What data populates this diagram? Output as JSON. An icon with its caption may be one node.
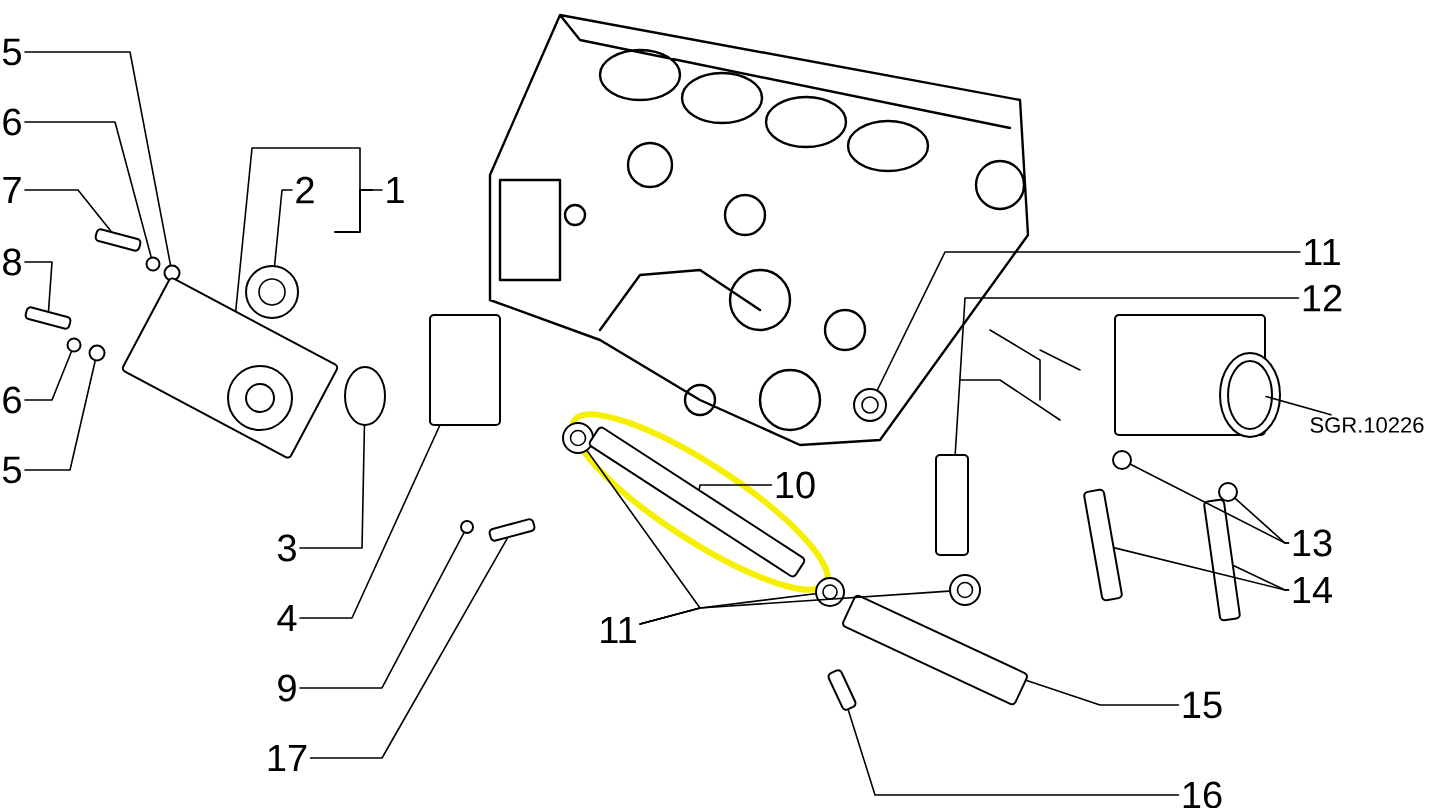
{
  "diagram": {
    "nodes": [
      {
        "text": [
          "5"
        ]
      },
      {
        "text": [
          "6"
        ]
      },
      {
        "text": [
          "7"
        ]
      },
      {
        "text": [
          "8"
        ]
      },
      {
        "text": [
          "2"
        ]
      },
      {
        "text": [
          "1"
        ]
      },
      {
        "text": [
          "6"
        ]
      },
      {
        "text": [
          "5"
        ]
      },
      {
        "text": [
          "11"
        ]
      },
      {
        "text": [
          "12"
        ]
      },
      {
        "text": [
          "SGR.10226"
        ]
      },
      {
        "text": [
          "10"
        ]
      },
      {
        "text": [
          "3"
        ]
      },
      {
        "text": [
          "13"
        ]
      },
      {
        "text": [
          "11"
        ]
      },
      {
        "text": [
          "14"
        ]
      },
      {
        "text": [
          "4"
        ]
      },
      {
        "text": [
          "9"
        ]
      },
      {
        "text": [
          "15"
        ]
      },
      {
        "text": [
          "17"
        ]
      },
      {
        "text": [
          "16"
        ]
      },
      {
        "text": [],
        "shape": "circle"
      },
      {
        "text": [],
        "shape": "circle"
      },
      {
        "text": [],
        "shape": "box"
      },
      {
        "text": [],
        "shape": "box"
      },
      {
        "text": [],
        "shape": "circle"
      },
      {
        "text": [],
        "shape": "circle"
      },
      {
        "text": [],
        "shape": "circle"
      },
      {
        "text": [],
        "shape": "box"
      },
      {
        "text": [],
        "shape": "ellipse"
      },
      {
        "text": [],
        "shape": "box"
      },
      {
        "text": [],
        "shape": "circle"
      },
      {
        "text": [],
        "shape": "box"
      },
      {
        "text": [],
        "shape": "circle"
      },
      {
        "text": [],
        "shape": "box"
      },
      {
        "text": [],
        "shape": "circle"
      },
      {
        "text": [],
        "shape": "box"
      },
      {
        "text": [],
        "shape": "circle"
      },
      {
        "text": [],
        "shape": "circle"
      },
      {
        "text": [],
        "shape": "box"
      },
      {
        "text": [],
        "shape": "circle"
      },
      {
        "text": [],
        "shape": "circle"
      },
      {
        "text": [],
        "shape": "box"
      },
      {
        "text": [],
        "shape": "box"
      },
      {
        "text": [],
        "shape": "box"
      },
      {
        "text": [],
        "shape": "box"
      }
    ],
    "edges": [
      {
        "from": 0,
        "to": 21,
        "arrow": "none"
      },
      {
        "from": 1,
        "to": 22,
        "arrow": "none"
      },
      {
        "from": 2,
        "to": 23,
        "arrow": "none"
      },
      {
        "from": 3,
        "to": 24,
        "arrow": "none"
      },
      {
        "from": 4,
        "to": 27,
        "arrow": "none"
      },
      {
        "from": 5,
        "to": 28,
        "arrow": "none"
      },
      {
        "from": 6,
        "to": 25,
        "arrow": "none"
      },
      {
        "from": 7,
        "to": 26,
        "arrow": "none"
      },
      {
        "from": 8,
        "to": 35,
        "arrow": "none"
      },
      {
        "from": 9,
        "to": 36,
        "arrow": "none"
      },
      {
        "from": 10,
        "to": 39,
        "arrow": "none"
      },
      {
        "from": 11,
        "to": 34,
        "arrow": "none"
      },
      {
        "from": 12,
        "to": 29,
        "arrow": "none"
      },
      {
        "from": 13,
        "to": 40,
        "arrow": "none"
      },
      {
        "from": 13,
        "to": 41,
        "arrow": "none"
      },
      {
        "from": 14,
        "to": 33,
        "arrow": "none"
      },
      {
        "from": 14,
        "to": 37,
        "arrow": "none"
      },
      {
        "from": 14,
        "to": 38,
        "arrow": "none"
      },
      {
        "from": 15,
        "to": 42,
        "arrow": "none"
      },
      {
        "from": 15,
        "to": 43,
        "arrow": "none"
      },
      {
        "from": 16,
        "to": 30,
        "arrow": "none"
      },
      {
        "from": 17,
        "to": 31,
        "arrow": "none"
      },
      {
        "from": 18,
        "to": 44,
        "arrow": "none"
      },
      {
        "from": 19,
        "to": 32,
        "arrow": "none"
      },
      {
        "from": 20,
        "to": 45,
        "arrow": "none"
      }
    ]
  }
}
